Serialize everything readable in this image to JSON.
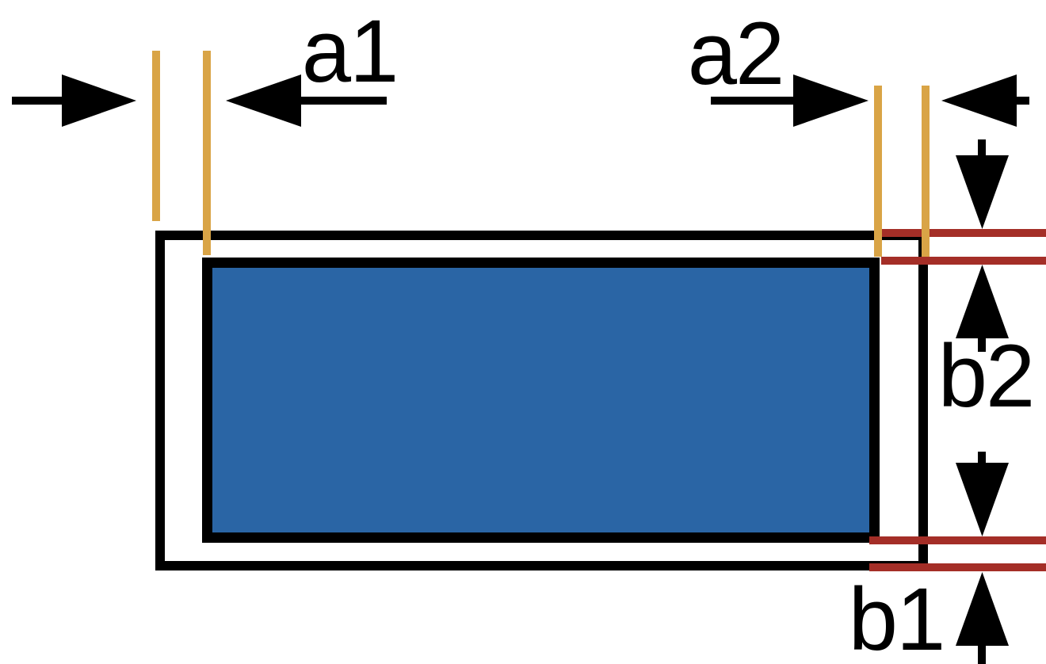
{
  "diagram": {
    "type": "dimension-drawing",
    "labels": {
      "a1": "a1",
      "a2": "a2",
      "b1": "b1",
      "b2": "b2"
    },
    "colors": {
      "background": "#FFFFFF",
      "stroke": "#000000",
      "panel_fill": "#2A65A5",
      "vertical_marker": "#D9A446",
      "horizontal_marker": "#A42E27"
    }
  }
}
